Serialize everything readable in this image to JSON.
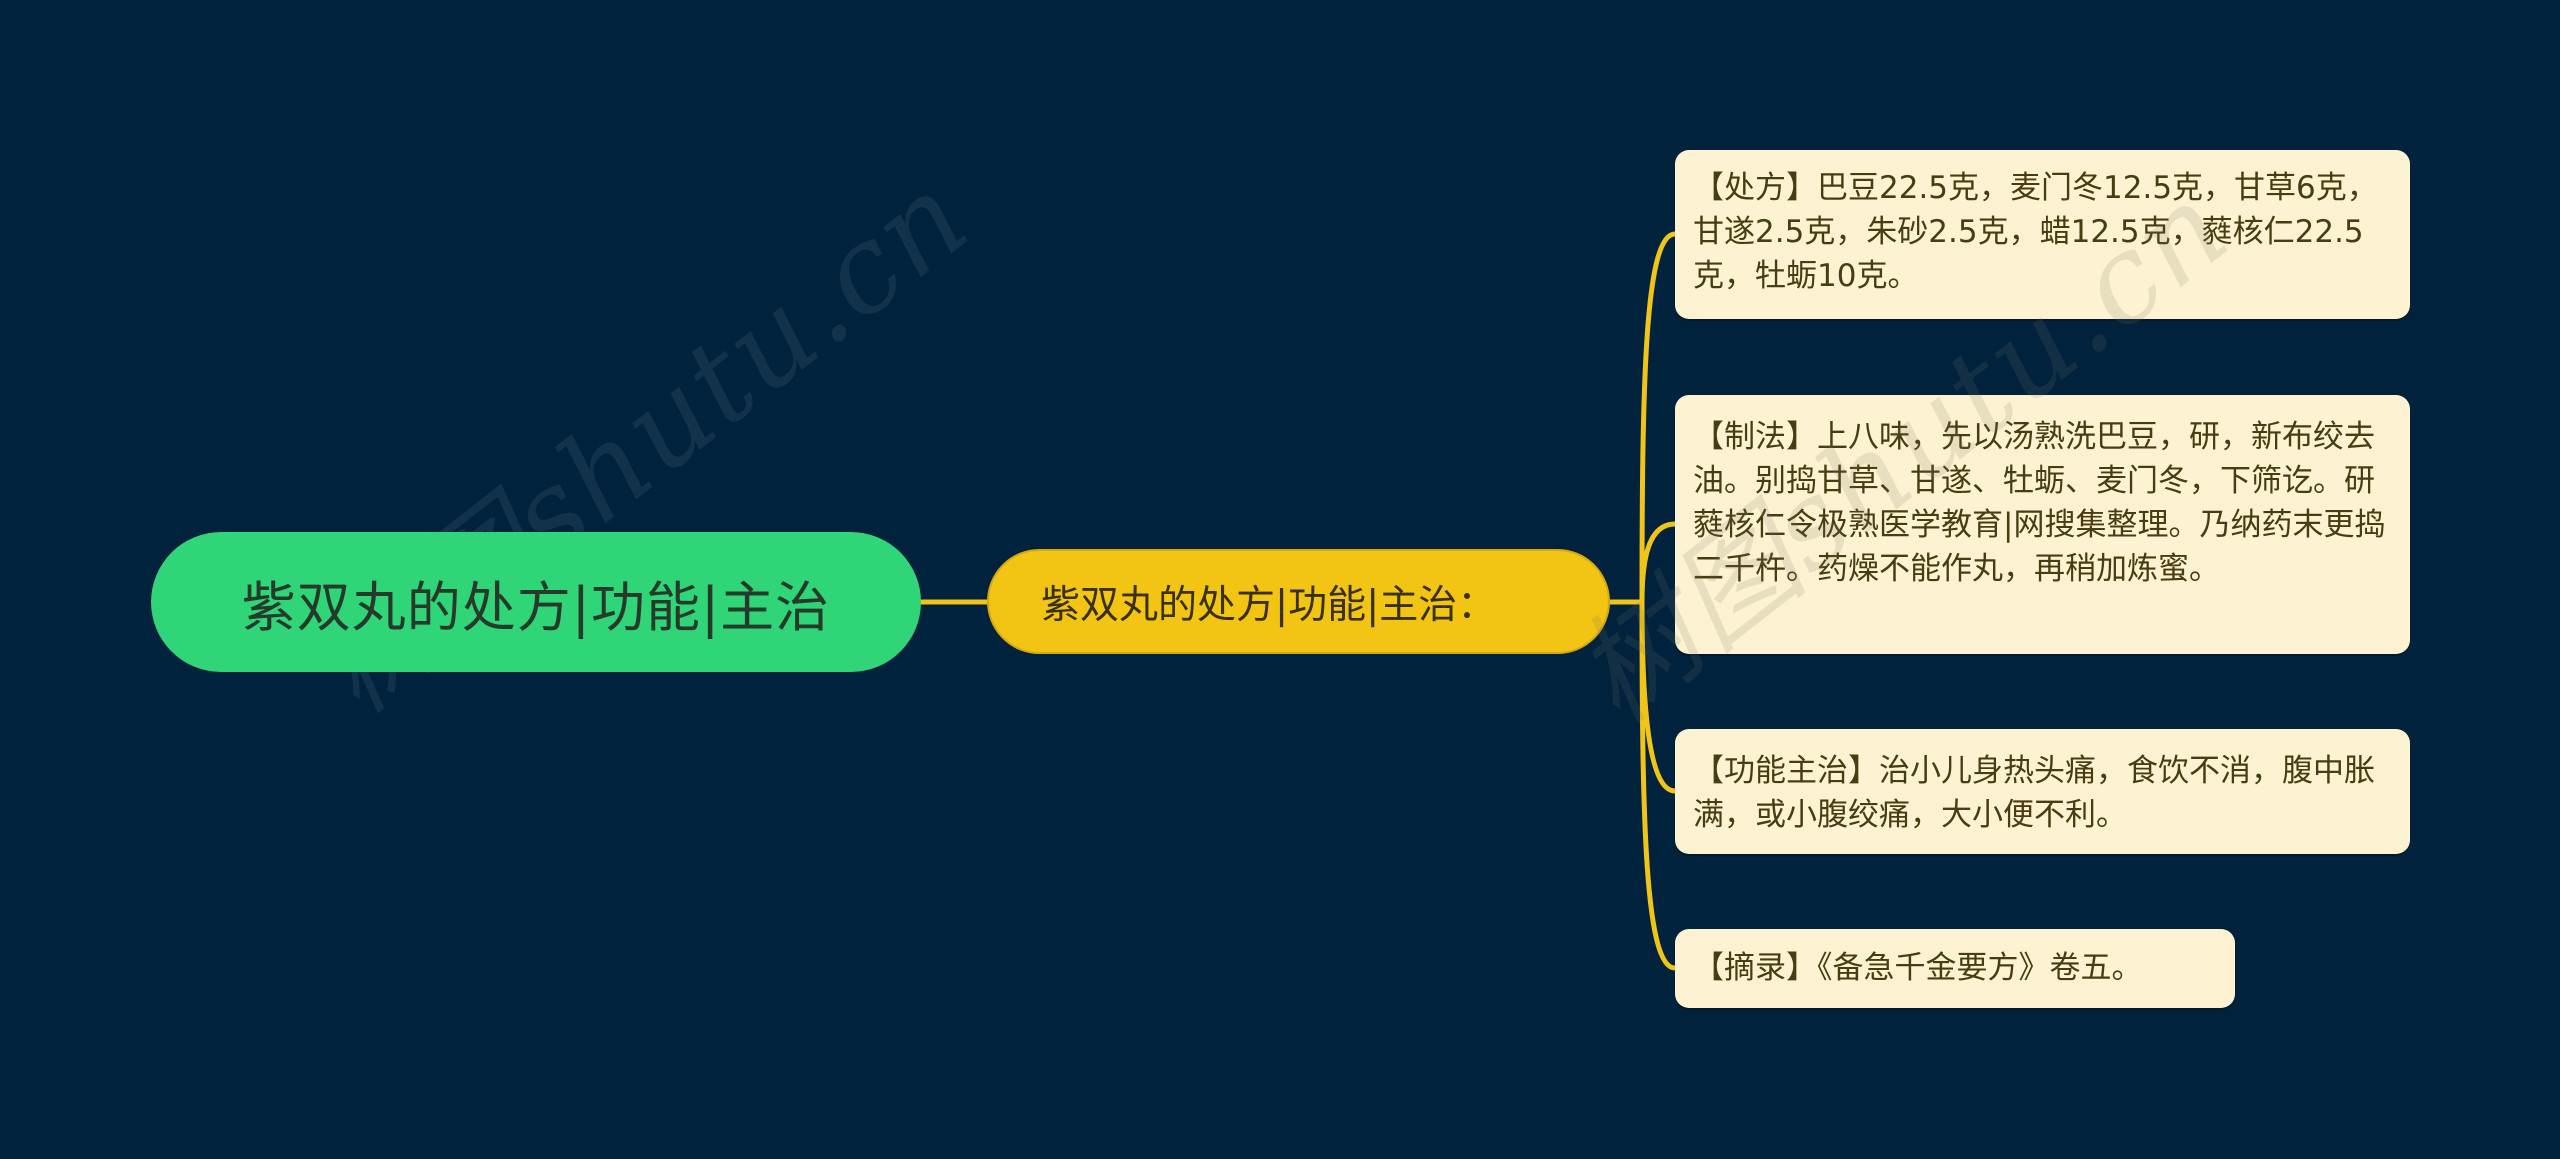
{
  "mindmap": {
    "root": {
      "label": "紫双丸的处方|功能|主治",
      "color": "#2fd576"
    },
    "branch": {
      "label": "紫双丸的处方|功能|主治：",
      "color": "#f2c414"
    },
    "leaves": [
      {
        "label": "【处方】巴豆22.5克，麦门冬12.5克，甘草6克，甘遂2.5克，朱砂2.5克，蜡12.5克，蕤核仁22.5克，牡蛎10克。"
      },
      {
        "label": "【制法】上八味，先以汤熟洗巴豆，研，新布绞去油。别捣甘草、甘遂、牡蛎、麦门冬，下筛讫。研蕤核仁令极熟医学教育|网搜集整理。乃纳药末更捣二千杵。药燥不能作丸，再稍加炼蜜。"
      },
      {
        "label": "【功能主治】治小儿身热头痛，食饮不消，腹中胀满，或小腹绞痛，大小便不利。"
      },
      {
        "label": "【摘录】《备急千金要方》卷五。"
      }
    ],
    "connector_color": "#f0c419",
    "leaf_background": "#fdf3d2",
    "background": "#00223d"
  },
  "watermarks": [
    {
      "text": "树图shutu.cn"
    },
    {
      "text": "树图shutu.cn"
    }
  ]
}
